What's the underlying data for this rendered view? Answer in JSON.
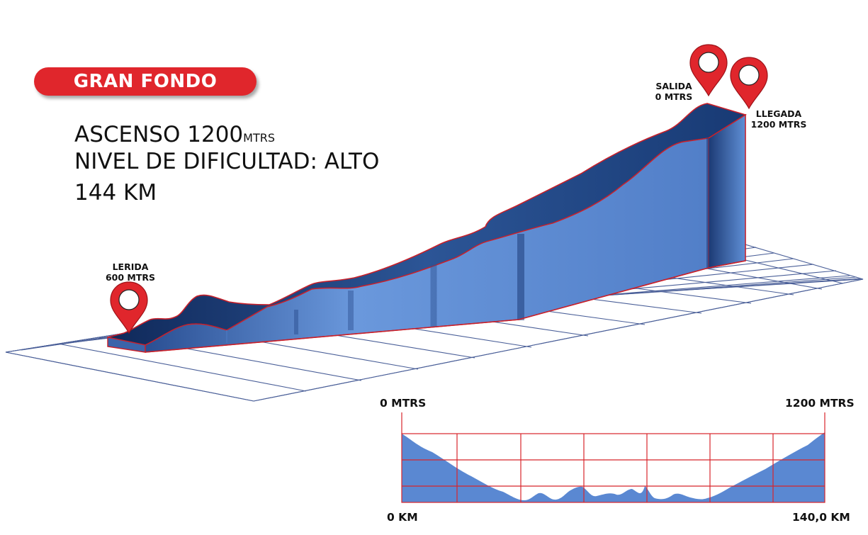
{
  "badge": {
    "text": "GRAN FONDO"
  },
  "stats": {
    "ascenso_label": "ASCENSO",
    "ascenso_value": "1200",
    "ascenso_unit": "MTRS",
    "dificultad_label": "NIVEL DE DIFICULTAD:",
    "dificultad_value": "ALTO",
    "distance": "144 KM"
  },
  "markers": {
    "start": {
      "name": "LERIDA",
      "alt": "600 MTRS"
    },
    "salida": {
      "name": "SALIDA",
      "alt": "0 MTRS"
    },
    "llegada": {
      "name": "LLEGADA",
      "alt": "1200 MTRS"
    }
  },
  "profile_chart": {
    "top_left_label": "0 MTRS",
    "top_right_label": "1200 MTRS",
    "bottom_left_label": "0 KM",
    "bottom_right_label": "140,0 KM"
  },
  "colors": {
    "accent_red": "#e0262c",
    "profile_blue": "#5a88d2",
    "profile_dark": "#1f3f7a",
    "grid_blue": "#3a4f8e"
  },
  "icons": {
    "pin": "map-pin-icon"
  }
}
